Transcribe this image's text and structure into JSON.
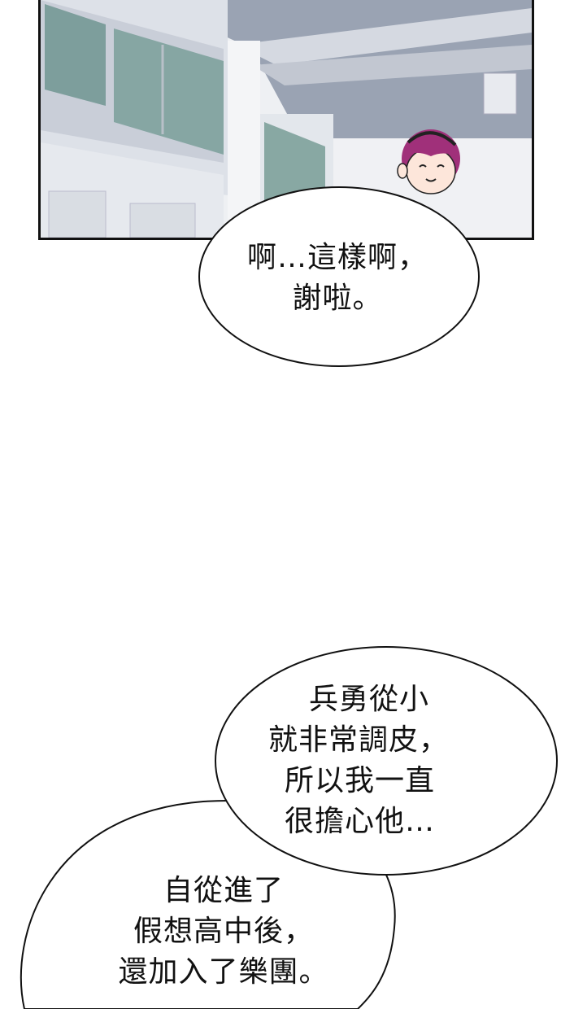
{
  "panel": {
    "scene": "school-hallway",
    "colors": {
      "ceiling": "#9aa3b3",
      "wall": "#e9ecf1",
      "window": "#7d9e9c",
      "frame": "#c9ced8"
    }
  },
  "speech": {
    "bubble1": {
      "lines": [
        "啊…這樣啊，",
        "謝啦。"
      ]
    },
    "bubble2": {
      "lines": [
        "兵勇從小",
        "就非常調皮，",
        "所以我一直",
        "很擔心他…"
      ]
    },
    "bubble3": {
      "lines": [
        "自從進了",
        "假想高中後，",
        "還加入了樂團。"
      ]
    }
  }
}
